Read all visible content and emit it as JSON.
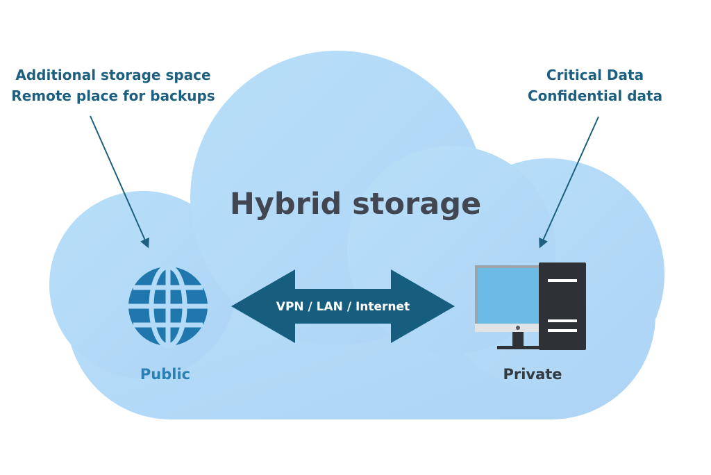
{
  "diagram": {
    "title": "Hybrid storage",
    "connection_label": "VPN / LAN / Internet",
    "public": {
      "label": "Public",
      "notes": [
        "Additional storage space",
        "Remote place for backups"
      ]
    },
    "private": {
      "label": "Private",
      "notes": [
        "Critical Data",
        "Confidential data"
      ]
    }
  },
  "icons": {
    "public": "globe-icon",
    "private": "computer-server-icon"
  },
  "colors": {
    "cloud": "#b3dbf8",
    "arrow": "#175d7d",
    "annotation_text": "#1c5f7e",
    "title_text": "#414650",
    "public_label": "#2a7fb3",
    "private_label": "#333a42",
    "globe": "#1f77ad",
    "monitor_screen": "#6bbbe6",
    "device_dark": "#2e3237"
  }
}
